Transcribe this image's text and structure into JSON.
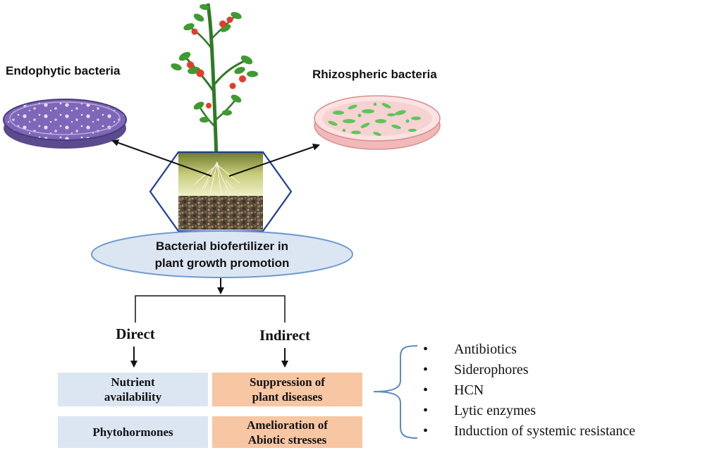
{
  "top": {
    "left_label": "Endophytic bacteria",
    "right_label": "Rhizospheric bacteria"
  },
  "center": {
    "line1": "Bacterial biofertilizer in",
    "line2": "plant growth promotion"
  },
  "branches": {
    "direct": "Direct",
    "indirect": "Indirect"
  },
  "boxes": {
    "nutrient_line1": "Nutrient",
    "nutrient_line2": "availability",
    "phytohormones": "Phytohormones",
    "suppression_line1": "Suppression of",
    "suppression_line2": "plant diseases",
    "amelioration_line1": "Amelioration of",
    "amelioration_line2": "Abiotic stresses"
  },
  "mechanisms": [
    "Antibiotics",
    "Siderophores",
    "HCN",
    "Lytic enzymes",
    "Induction of systemic resistance"
  ],
  "colors": {
    "purple_dish": "#7e66b8",
    "pink_dish": "#f6cfcf",
    "green_colonies": "#5cc65a",
    "hexagon_stroke": "#1f3f95",
    "ellipse_fill": "#dce6f3",
    "ellipse_stroke": "#6f9bd0",
    "direct_box": "#dce6f3",
    "indirect_box": "#f7c6a3",
    "brace": "#5b8ac4"
  }
}
